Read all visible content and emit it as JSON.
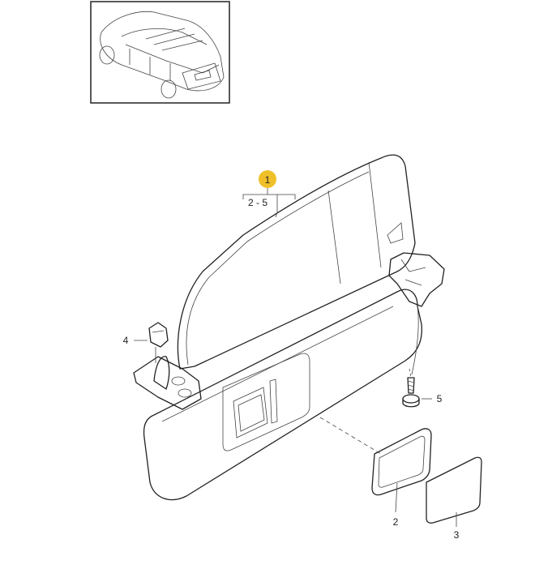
{
  "diagram": {
    "callout_main": "1",
    "callout_range": "2 - 5",
    "part_labels": [
      "2",
      "3",
      "4",
      "5"
    ],
    "accent_color": "#f0c02a"
  }
}
